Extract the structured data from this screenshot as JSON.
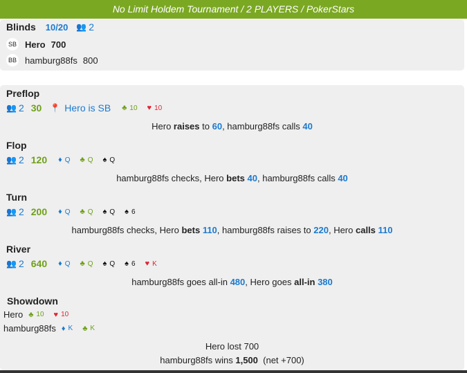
{
  "header": {
    "title": "No Limit Holdem Tournament / 2 PLAYERS / PokerStars"
  },
  "blinds": {
    "title": "Blinds",
    "level": "10/20",
    "players": "2",
    "seats": [
      {
        "badge": "SB",
        "name": "Hero",
        "stack": "700"
      },
      {
        "badge": "BB",
        "name": "hamburg88fs",
        "stack": "800"
      }
    ]
  },
  "streets": [
    {
      "title": "Preflop",
      "players": "2",
      "pot": "30",
      "position": "Hero is SB",
      "cards": [
        {
          "suit": "♣",
          "rank": "10",
          "color": "green"
        },
        {
          "suit": "♥",
          "rank": "10",
          "color": "red"
        }
      ],
      "actions": [
        {
          "t": "Hero "
        },
        {
          "t": "raises",
          "b": 1
        },
        {
          "t": " to "
        },
        {
          "t": "60",
          "n": 1
        },
        {
          "t": ", hamburg88fs calls "
        },
        {
          "t": "40",
          "n": 1
        }
      ]
    },
    {
      "title": "Flop",
      "players": "2",
      "pot": "120",
      "cards": [
        {
          "suit": "♦",
          "rank": "Q",
          "color": "blue"
        },
        {
          "suit": "♣",
          "rank": "Q",
          "color": "green"
        },
        {
          "suit": "♠",
          "rank": "Q",
          "color": "blk"
        }
      ],
      "actions": [
        {
          "t": "hamburg88fs checks, Hero "
        },
        {
          "t": "bets",
          "b": 1
        },
        {
          "t": " "
        },
        {
          "t": "40",
          "n": 1
        },
        {
          "t": ", hamburg88fs calls "
        },
        {
          "t": "40",
          "n": 1
        }
      ]
    },
    {
      "title": "Turn",
      "players": "2",
      "pot": "200",
      "cards": [
        {
          "suit": "♦",
          "rank": "Q",
          "color": "blue"
        },
        {
          "suit": "♣",
          "rank": "Q",
          "color": "green"
        },
        {
          "suit": "♠",
          "rank": "Q",
          "color": "blk"
        },
        {
          "suit": "♠",
          "rank": "6",
          "color": "blk"
        }
      ],
      "actions": [
        {
          "t": "hamburg88fs checks, Hero "
        },
        {
          "t": "bets",
          "b": 1
        },
        {
          "t": " "
        },
        {
          "t": "110",
          "n": 1
        },
        {
          "t": ", hamburg88fs raises to "
        },
        {
          "t": "220",
          "n": 1
        },
        {
          "t": ", Hero "
        },
        {
          "t": "calls",
          "b": 1
        },
        {
          "t": " "
        },
        {
          "t": "110",
          "n": 1
        }
      ]
    },
    {
      "title": "River",
      "players": "2",
      "pot": "640",
      "cards": [
        {
          "suit": "♦",
          "rank": "Q",
          "color": "blue"
        },
        {
          "suit": "♣",
          "rank": "Q",
          "color": "green"
        },
        {
          "suit": "♠",
          "rank": "Q",
          "color": "blk"
        },
        {
          "suit": "♠",
          "rank": "6",
          "color": "blk"
        },
        {
          "suit": "♥",
          "rank": "K",
          "color": "red"
        }
      ],
      "actions": [
        {
          "t": "hamburg88fs goes all-in "
        },
        {
          "t": "480",
          "n": 1
        },
        {
          "t": ", Hero goes "
        },
        {
          "t": "all-in",
          "b": 1
        },
        {
          "t": " "
        },
        {
          "t": "380",
          "n": 1
        }
      ]
    }
  ],
  "showdown": {
    "title": "Showdown",
    "hands": [
      {
        "name": "Hero",
        "cards": [
          {
            "suit": "♣",
            "rank": "10",
            "color": "green"
          },
          {
            "suit": "♥",
            "rank": "10",
            "color": "red"
          }
        ]
      },
      {
        "name": "hamburg88fs",
        "cards": [
          {
            "suit": "♦",
            "rank": "K",
            "color": "blue"
          },
          {
            "suit": "♣",
            "rank": "K",
            "color": "green"
          }
        ]
      }
    ],
    "result_lost": "Hero lost 700",
    "winner": "hamburg88fs wins ",
    "amount": "1,500",
    "net": "  (net +700)"
  }
}
